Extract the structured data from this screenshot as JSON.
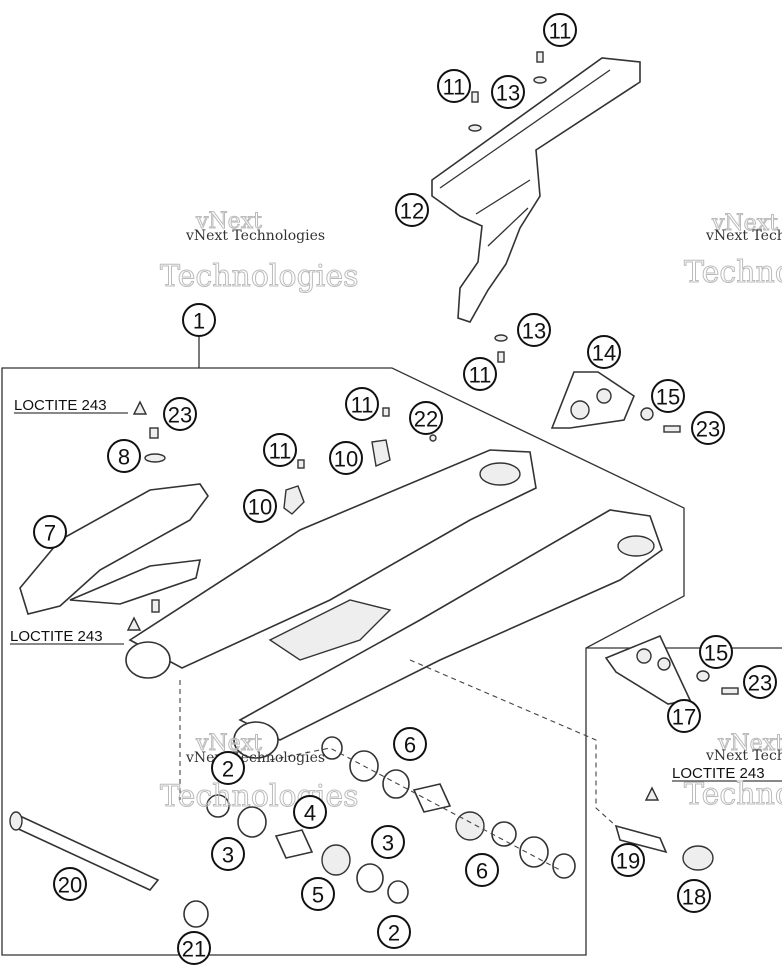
{
  "callouts": [
    {
      "id": "c1",
      "label": "1"
    },
    {
      "id": "c2a",
      "label": "2"
    },
    {
      "id": "c2b",
      "label": "2"
    },
    {
      "id": "c3a",
      "label": "3"
    },
    {
      "id": "c3b",
      "label": "3"
    },
    {
      "id": "c4",
      "label": "4"
    },
    {
      "id": "c5",
      "label": "5"
    },
    {
      "id": "c6a",
      "label": "6"
    },
    {
      "id": "c6b",
      "label": "6"
    },
    {
      "id": "c7",
      "label": "7"
    },
    {
      "id": "c8",
      "label": "8"
    },
    {
      "id": "c10a",
      "label": "10"
    },
    {
      "id": "c10b",
      "label": "10"
    },
    {
      "id": "c11a",
      "label": "11"
    },
    {
      "id": "c11b",
      "label": "11"
    },
    {
      "id": "c11c",
      "label": "11"
    },
    {
      "id": "c11d",
      "label": "11"
    },
    {
      "id": "c11e",
      "label": "11"
    },
    {
      "id": "c12",
      "label": "12"
    },
    {
      "id": "c13a",
      "label": "13"
    },
    {
      "id": "c13b",
      "label": "13"
    },
    {
      "id": "c14",
      "label": "14"
    },
    {
      "id": "c15a",
      "label": "15"
    },
    {
      "id": "c15b",
      "label": "15"
    },
    {
      "id": "c17",
      "label": "17"
    },
    {
      "id": "c18",
      "label": "18"
    },
    {
      "id": "c19",
      "label": "19"
    },
    {
      "id": "c20",
      "label": "20"
    },
    {
      "id": "c21",
      "label": "21"
    },
    {
      "id": "c22",
      "label": "22"
    },
    {
      "id": "c23a",
      "label": "23"
    },
    {
      "id": "c23b",
      "label": "23"
    },
    {
      "id": "c23c",
      "label": "23"
    }
  ],
  "notes": {
    "loctite_1": "LOCTITE 243",
    "loctite_2": "LOCTITE 243",
    "loctite_3": "LOCTITE 243"
  },
  "watermarks": {
    "brand_line1": "vNext",
    "brand_line2": "Technologies",
    "brand_full": "vNext Technologies"
  }
}
